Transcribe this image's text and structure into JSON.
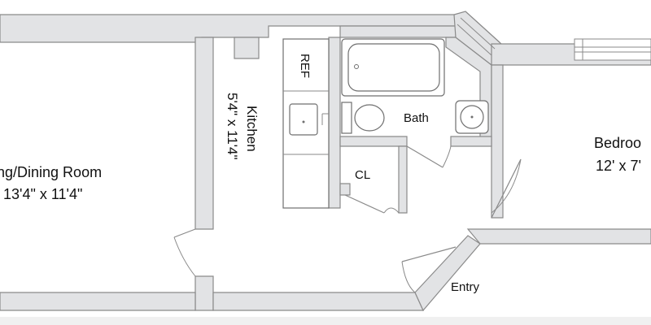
{
  "rooms": {
    "living_dining": {
      "name": "ng/Dining Room",
      "dims": "13'4\" x 11'4\""
    },
    "kitchen": {
      "name": "Kitchen",
      "dims": "5'4\" x 11'4\""
    },
    "refrigerator": {
      "label": "REF"
    },
    "bath": {
      "name": "Bath"
    },
    "closet": {
      "label": "CL"
    },
    "bedroom": {
      "name": "Bedroo",
      "dims": "12' x 7'"
    },
    "entry": {
      "name": "Entry"
    }
  },
  "colors": {
    "wall_fill": "#e2e3e5",
    "wall_stroke": "#8a8a8a",
    "background": "#ffffff"
  }
}
